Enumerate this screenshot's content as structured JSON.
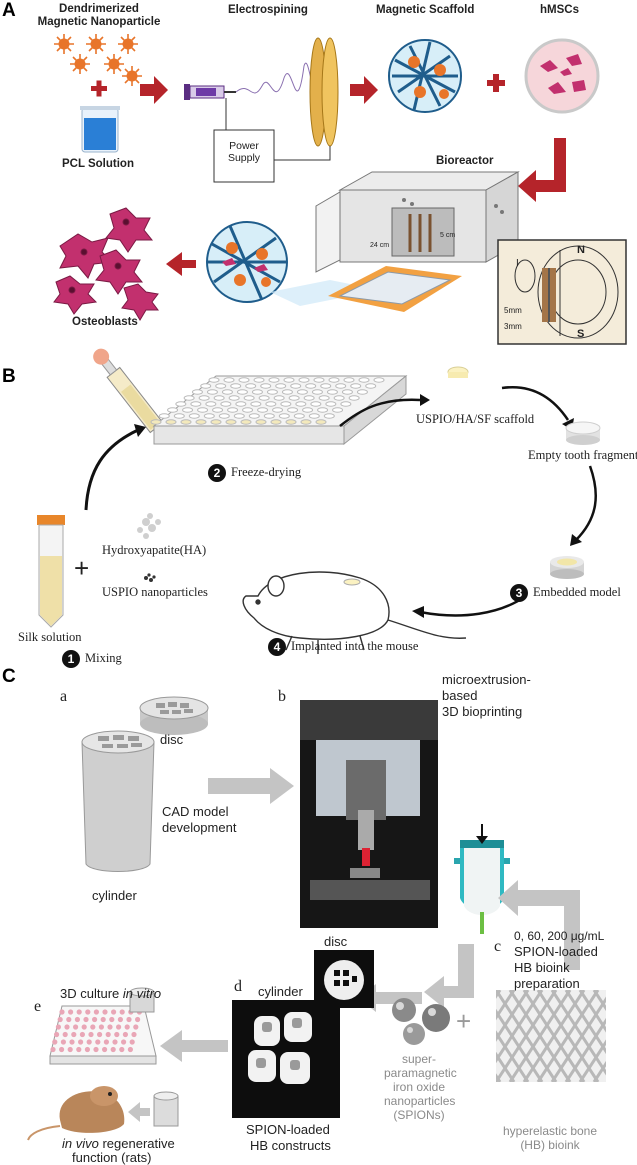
{
  "panel_a": {
    "letter": "A",
    "nanoparticle_label": "Dendrimerized Magnetic Nanoparticle",
    "electrospinning_label": "Electrospining",
    "scaffold_label": "Magnetic Scaffold",
    "hmsc_label": "hMSCs",
    "pcl_label": "PCL Solution",
    "power_supply_label": "Power Supply",
    "bioreactor_label": "Bioreactor",
    "osteoblasts_label": "Osteoblasts",
    "magnet_n": "N",
    "magnet_s": "S",
    "current_i": "I",
    "dim_5mm": "5mm",
    "dim_3mm": "3mm",
    "dim_24cm": "24 cm",
    "dim_5cm": "5 cm"
  },
  "panel_b": {
    "letter": "B",
    "scaffold_label": "USPIO/HA/SF scaffold",
    "tooth_label": "Empty tooth fragment",
    "step2_num": "2",
    "step2_label": "Freeze-drying",
    "ha_label": "Hydroxyapatite(HA)",
    "uspio_label": "USPIO nanoparticles",
    "step3_num": "3",
    "step3_label": "Embedded model",
    "silk_label": "Silk solution",
    "step1_num": "1",
    "step1_label": "Mixing",
    "step4_num": "4",
    "step4_label": "Implanted into the mouse",
    "plus": "+"
  },
  "panel_c": {
    "letter": "C",
    "sub_a": "a",
    "sub_b": "b",
    "sub_c": "c",
    "sub_d": "d",
    "sub_e": "e",
    "disc_label": "disc",
    "cylinder_label": "cylinder",
    "cad_label_1": "CAD model",
    "cad_label_2": "development",
    "bioprint_1": "microextrusion-",
    "bioprint_2": "based",
    "bioprint_3": "3D bioprinting",
    "conc_label": "0, 60, 200 μg/mL",
    "bioink_prep_1": "SPION-loaded",
    "bioink_prep_2": "HB bioink",
    "bioink_prep_3": "preparation",
    "disc_photo_label": "disc",
    "cylinder_photo_label": "cylinder",
    "constructs_1": "SPION-loaded",
    "constructs_2": "HB constructs",
    "culture_1": "3D culture ",
    "culture_2": "in vitro",
    "invivo_1": "in vivo",
    "invivo_2": " regenerative",
    "invivo_3": "function (rats)",
    "spion_1": "super-",
    "spion_2": "paramagnetic",
    "spion_3": "iron oxide",
    "spion_4": "nanoparticles",
    "spion_5": "(SPIONs)",
    "hb_1": "hyperelastic bone",
    "hb_2": "(HB) bioink",
    "plus": "+"
  },
  "colors": {
    "arrow_red": "#b5242a",
    "nanoparticle_orange": "#e8752a",
    "scaffold_blue": "#1f5d8c",
    "cell_pink": "#c2306e",
    "syringe_teal": "#2fb9c2",
    "arrow_grey": "#bdbdbd"
  }
}
